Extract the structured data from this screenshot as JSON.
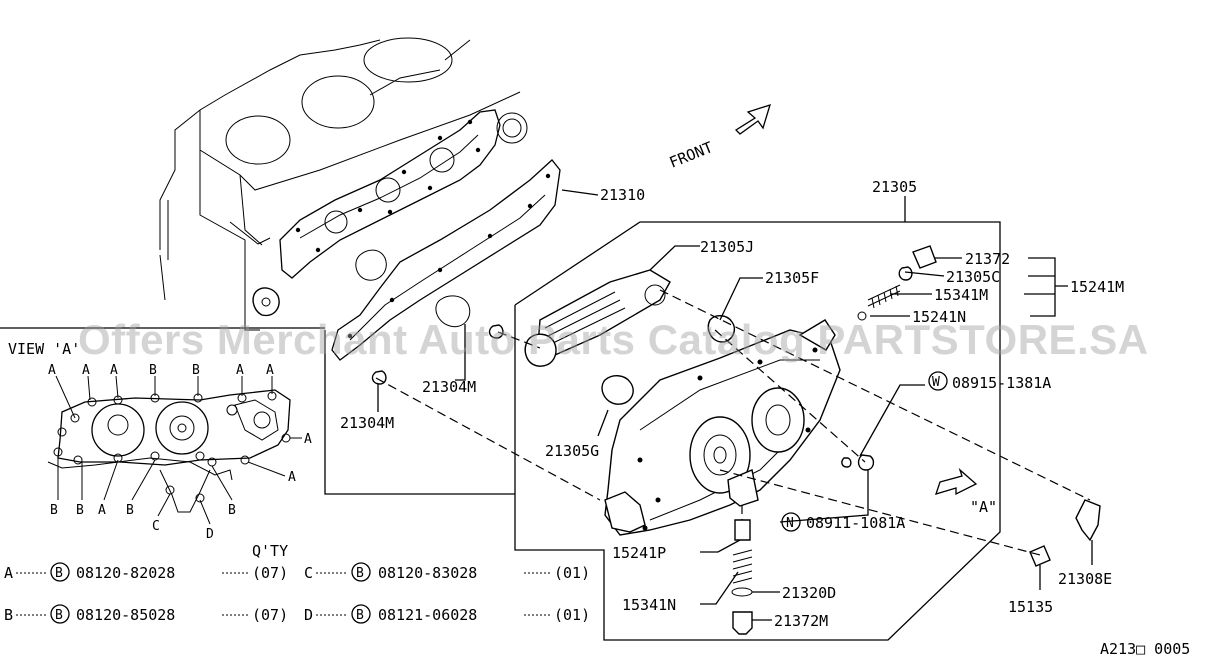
{
  "parts": {
    "p21310": "21310",
    "p21305": "21305",
    "p21305J": "21305J",
    "p21305F": "21305F",
    "p21372": "21372",
    "p21305C": "21305C",
    "p15241M": "15241M",
    "p15341M": "15341M",
    "p15241N": "15241N",
    "p08915": "08915-1381A",
    "p21304M_a": "21304M",
    "p21304M_b": "21304M",
    "p21305G": "21305G",
    "p08911": "08911-1081A",
    "p15241P": "15241P",
    "p21320D": "21320D",
    "p15341N": "15341N",
    "p21372M": "21372M",
    "p15135": "15135",
    "p21308E": "21308E"
  },
  "symbols": {
    "w": "W",
    "n": "N",
    "b": "B"
  },
  "front": "FRONT",
  "view_a_title": "VIEW 'A'",
  "arrow_a": "\"A\"",
  "view_letters": {
    "A": "A",
    "B": "B",
    "C": "C",
    "D": "D"
  },
  "qty_header": "Q'TY",
  "bolts": [
    {
      "key": "A",
      "part": "08120-82028",
      "qty": "(07)"
    },
    {
      "key": "C",
      "part": "08120-83028",
      "qty": "(01)"
    },
    {
      "key": "B",
      "part": "08120-85028",
      "qty": "(07)"
    },
    {
      "key": "D",
      "part": "08121-06028",
      "qty": "(01)"
    }
  ],
  "diagram_code": "A213□ 0005",
  "watermark": "Offers Merchant Auto Parts Catalog PARTSTORE.SA"
}
